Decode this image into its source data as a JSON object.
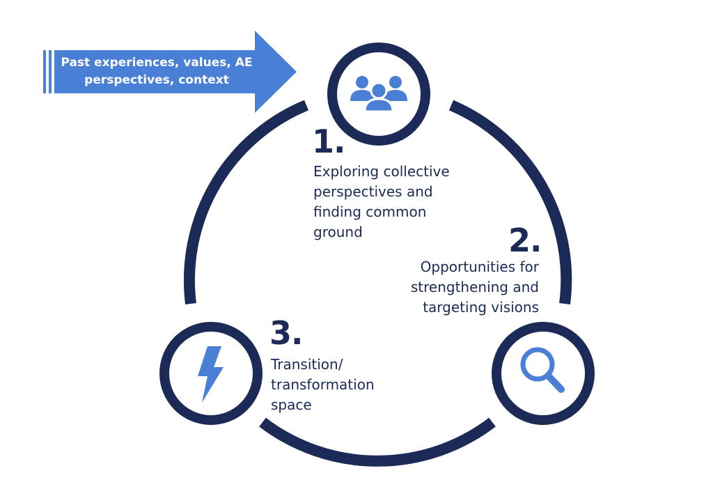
{
  "diagram": {
    "input_arrow": {
      "text": "Past experiences, values, AE\nperspectives, context"
    },
    "steps": [
      {
        "number": "1.",
        "text": "Exploring collective\nperspectives and\nfinding common\nground",
        "icon": "people-group-icon"
      },
      {
        "number": "2.",
        "text": "Opportunities for\nstrengthening and\ntargeting visions",
        "icon": "magnifier-icon"
      },
      {
        "number": "3.",
        "text": "Transition/\ntransformation\nspace",
        "icon": "lightning-icon"
      }
    ],
    "colors": {
      "navy": "#1b2a57",
      "accent": "#4a7fd6",
      "white": "#ffffff"
    }
  }
}
